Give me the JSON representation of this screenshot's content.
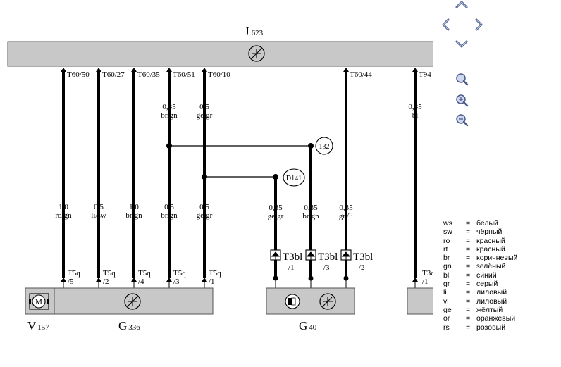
{
  "labels": {
    "j623": "J",
    "j623_sub": "623",
    "v157": "V",
    "v157_sub": "157",
    "g336": "G",
    "g336_sub": "336",
    "g40": "G",
    "g40_sub": "40",
    "motor": "M",
    "c132": "132",
    "d141": "D141"
  },
  "top_pins": [
    "T60/50",
    "T60/27",
    "T60/35",
    "T60/51",
    "T60/10",
    "T60/44",
    "T94"
  ],
  "upper_specs": [
    {
      "size": "0,35",
      "color": "br/gn"
    },
    {
      "size": "0,5",
      "color": "ge/gr"
    },
    {
      "size": "0,35",
      "color": "bl"
    }
  ],
  "lower_specs": [
    {
      "size": "1,0",
      "color": "ro/gn"
    },
    {
      "size": "0,5",
      "color": "li/sw"
    },
    {
      "size": "1,0",
      "color": "br/gn"
    },
    {
      "size": "0,5",
      "color": "br/gn"
    },
    {
      "size": "0,5",
      "color": "ge/gr"
    },
    {
      "size": "0,35",
      "color": "ge/gr"
    },
    {
      "size": "0,35",
      "color": "br/gn"
    },
    {
      "size": "0,35",
      "color": "gn/li"
    }
  ],
  "bottom_pins": [
    {
      "conn": "T5q",
      "pin": "/5"
    },
    {
      "conn": "T5q",
      "pin": "/2"
    },
    {
      "conn": "T5q",
      "pin": "/4"
    },
    {
      "conn": "T5q",
      "pin": "/3"
    },
    {
      "conn": "T5q",
      "pin": "/1"
    },
    {
      "conn": "T3c",
      "pin": "/1"
    }
  ],
  "t3bl_pins": [
    {
      "conn": "T3bl",
      "pin": "/1"
    },
    {
      "conn": "T3bl",
      "pin": "/3"
    },
    {
      "conn": "T3bl",
      "pin": "/2"
    }
  ],
  "legend": [
    {
      "code": "ws",
      "eq": "=",
      "name": "белый"
    },
    {
      "code": "sw",
      "eq": "=",
      "name": "чёрный"
    },
    {
      "code": "ro",
      "eq": "=",
      "name": "красный"
    },
    {
      "code": "rt",
      "eq": "=",
      "name": "красный"
    },
    {
      "code": "br",
      "eq": "=",
      "name": "коричневый"
    },
    {
      "code": "gn",
      "eq": "=",
      "name": "зелёный"
    },
    {
      "code": "bl",
      "eq": "=",
      "name": "синий"
    },
    {
      "code": "gr",
      "eq": "=",
      "name": "серый"
    },
    {
      "code": "li",
      "eq": "=",
      "name": "лиловый"
    },
    {
      "code": "vi",
      "eq": "=",
      "name": "лиловый"
    },
    {
      "code": "ge",
      "eq": "=",
      "name": "жёлтый"
    },
    {
      "code": "or",
      "eq": "=",
      "name": "оранжевый"
    },
    {
      "code": "rs",
      "eq": "=",
      "name": "розовый"
    }
  ],
  "colors": {
    "box_fill": "#c8c8c8",
    "wire": "#000000",
    "nav_icon": "#4a5a8a"
  },
  "icons": [
    "arrow-up-icon",
    "arrow-left-icon",
    "arrow-right-icon",
    "arrow-down-icon",
    "zoom-icon",
    "zoom-in-icon",
    "zoom-out-icon",
    "sensor-symbol-icon",
    "motor-icon",
    "hall-sensor-icon",
    "connector-icon"
  ]
}
